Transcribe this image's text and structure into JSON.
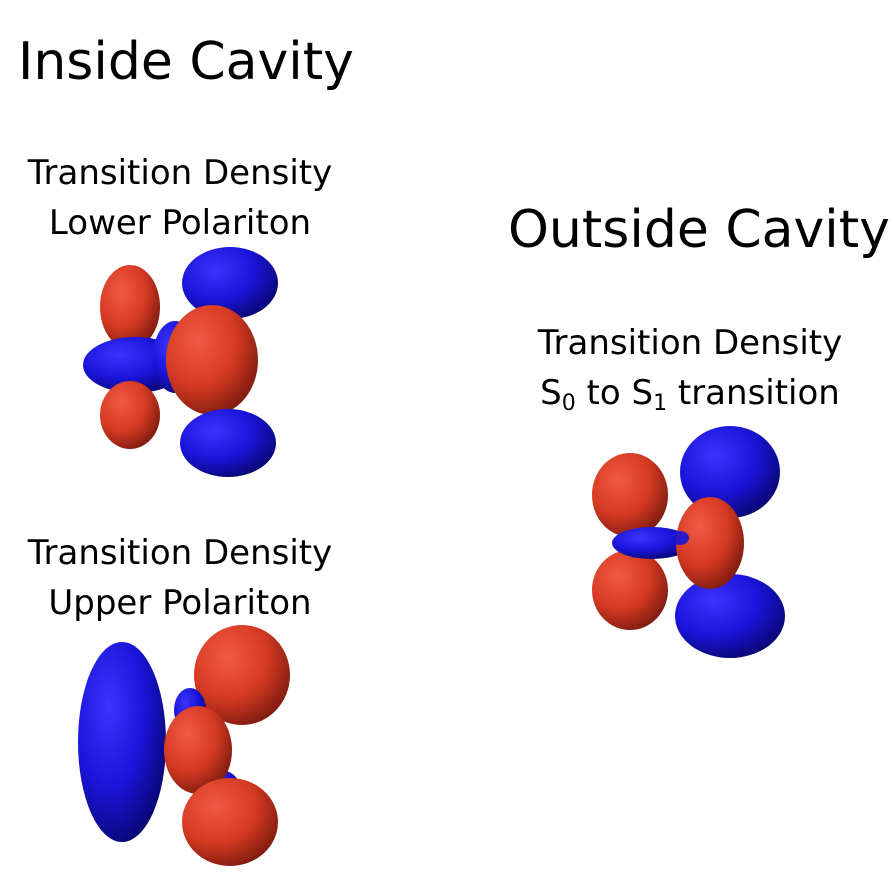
{
  "inside": {
    "heading": "Inside Cavity",
    "lower": {
      "line1": "Transition Density",
      "line2": "Lower Polariton"
    },
    "upper": {
      "line1": "Transition Density",
      "line2": "Upper Polariton"
    }
  },
  "outside": {
    "heading": "Outside Cavity",
    "line1": "Transition Density",
    "s0_base": "S",
    "s0_sub": "0",
    "to_word": " to ",
    "s1_base": "S",
    "s1_sub": "1",
    "transition_word": " transition"
  },
  "colors": {
    "positive_lobe": "#d63a22",
    "negative_lobe": "#1a14d8"
  }
}
